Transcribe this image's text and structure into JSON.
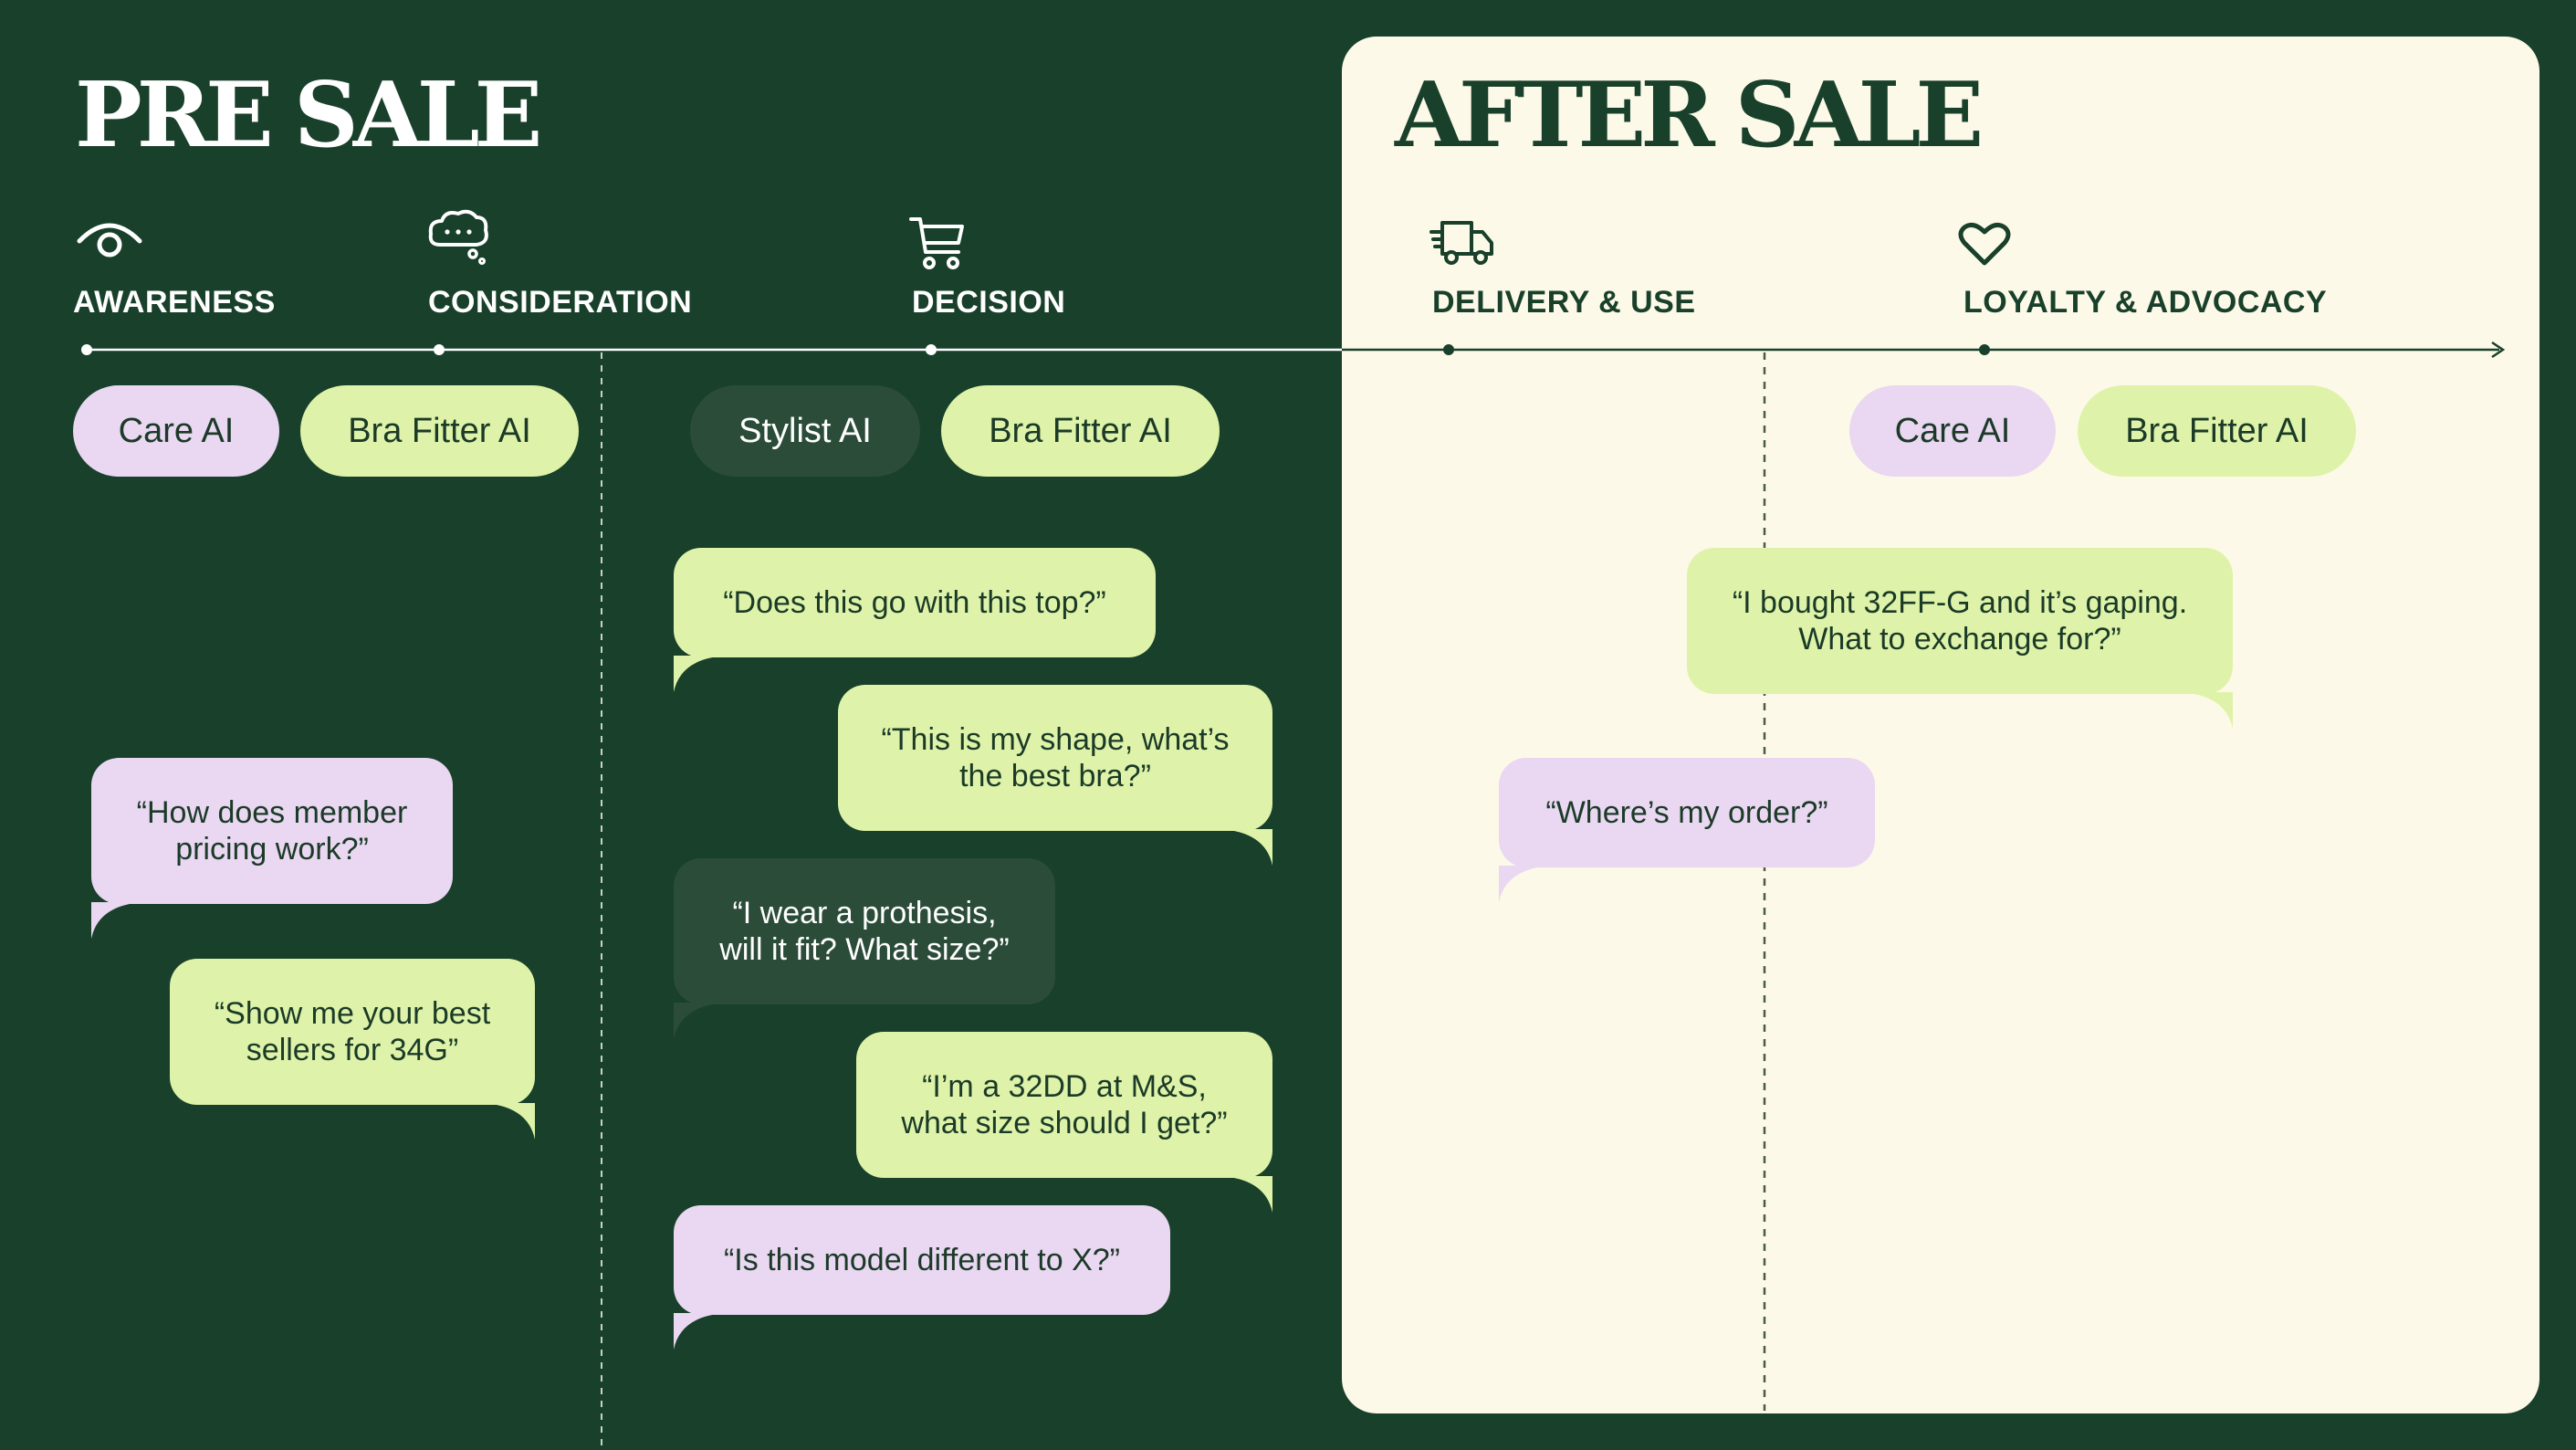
{
  "headings": {
    "pre_sale": "PRE SALE",
    "after_sale": "AFTER SALE"
  },
  "stages": [
    {
      "label": "AWARENESS",
      "icon": "eye-icon"
    },
    {
      "label": "CONSIDERATION",
      "icon": "thought-bubble-icon"
    },
    {
      "label": "DECISION",
      "icon": "shopping-cart-icon"
    },
    {
      "label": "DELIVERY & USE",
      "icon": "delivery-truck-icon"
    },
    {
      "label": "LOYALTY & ADVOCACY",
      "icon": "heart-icon"
    }
  ],
  "agents": {
    "pre_sale_awareness": [
      "Care AI",
      "Bra Fitter AI"
    ],
    "pre_sale_decision": [
      "Stylist AI",
      "Bra Fitter AI"
    ],
    "after_sale": [
      "Care AI",
      "Bra Fitter AI"
    ]
  },
  "questions": {
    "awareness": [
      "“How does member\npricing work?”",
      "“Show me your best\nsellers for 34G”"
    ],
    "decision": [
      "“Does this go with this top?”",
      "“This is my shape, what’s\nthe best bra?”",
      "“I wear a prothesis,\nwill it fit? What size?”",
      "“I’m a 32DD at M&S,\nwhat size should I get?”",
      "“Is this model different to X?”"
    ],
    "after_sale": [
      "“I bought 32FF-G and it’s gaping.\nWhat to exchange for?”",
      "“Where’s my order?”"
    ]
  },
  "colors": {
    "background": "#18402a",
    "after_panel": "#fdf9e8",
    "care_ai": "#ead7f2",
    "bra_fitter_ai": "#def3a9",
    "stylist_ai": "#2b4c38"
  }
}
